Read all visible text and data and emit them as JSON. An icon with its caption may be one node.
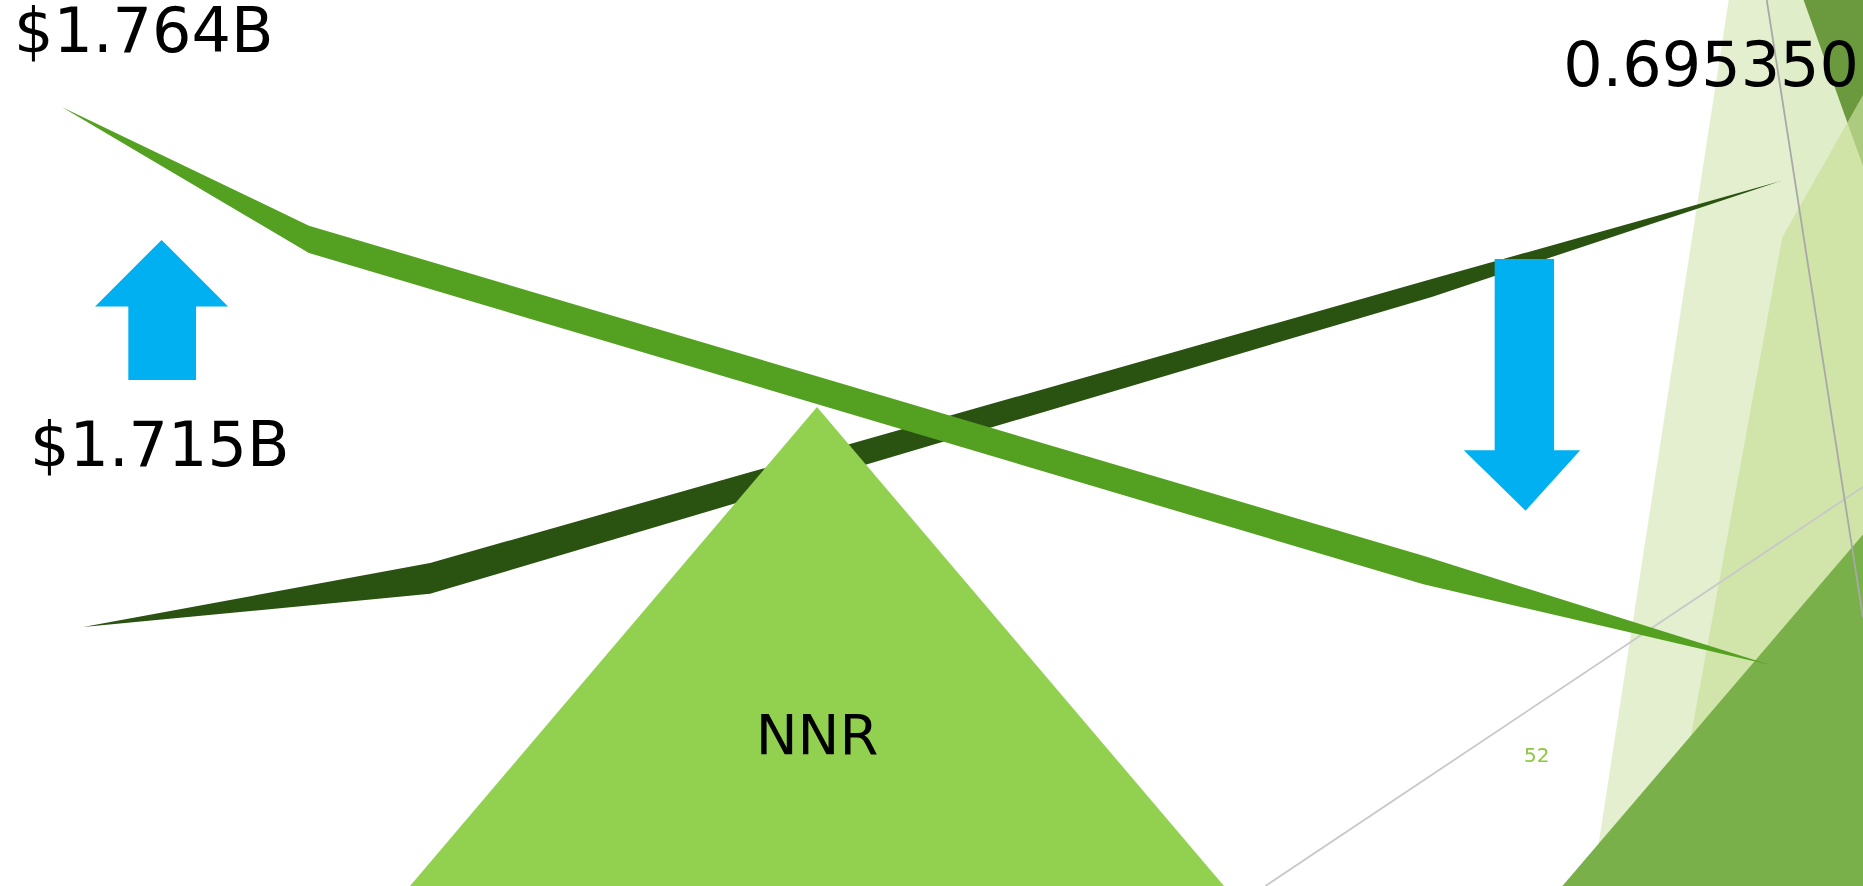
{
  "diagram": {
    "nodes": [
      {
        "text": [
          "NNR"
        ]
      }
    ],
    "labels": [
      "$1.764B",
      "0.695350",
      "$1.715B",
      "52"
    ]
  }
}
